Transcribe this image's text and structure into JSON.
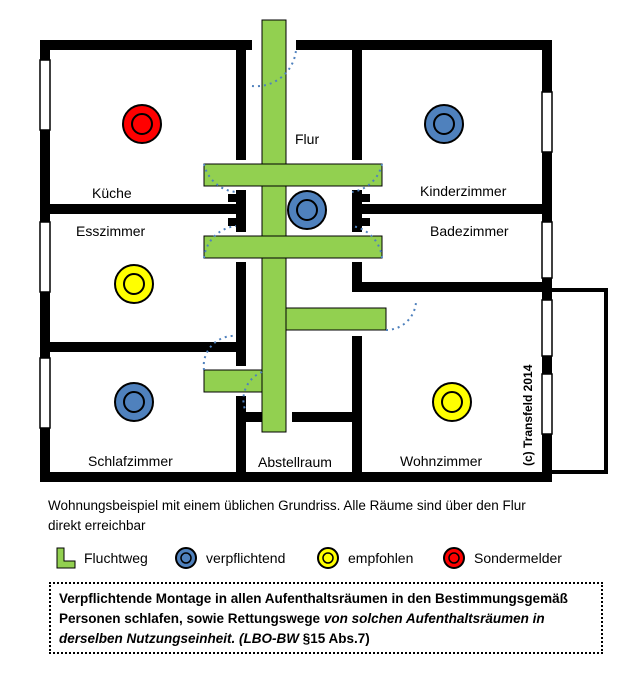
{
  "diagram": {
    "rooms": {
      "kueche": "Küche",
      "esszimmer": "Esszimmer",
      "flur": "Flur",
      "kinderzimmer": "Kinderzimmer",
      "badezimmer": "Badezimmer",
      "schlafzimmer": "Schlafzimmer",
      "abstellraum": "Abstellraum",
      "wohnzimmer": "Wohnzimmer"
    },
    "copyright": "(c) Transfeld 2014",
    "detectors": [
      {
        "room": "Küche",
        "kind": "Sondermelder"
      },
      {
        "room": "Kinderzimmer",
        "kind": "verpflichtend"
      },
      {
        "room": "Flur",
        "kind": "verpflichtend"
      },
      {
        "room": "Esszimmer",
        "kind": "empfohlen"
      },
      {
        "room": "Schlafzimmer",
        "kind": "verpflichtend"
      },
      {
        "room": "Wohnzimmer",
        "kind": "empfohlen"
      }
    ]
  },
  "colors": {
    "escape_route": "#92d050",
    "mandatory": "#4f81bd",
    "recommended": "#ffff00",
    "special": "#ff0000",
    "door_swing": "#4f81bd",
    "wall": "#000000"
  },
  "caption": "Wohnungsbeispiel mit einem üblichen Grundriss. Alle Räume sind über den Flur direkt erreichbar",
  "legend": {
    "escape_route": "Fluchtweg",
    "mandatory": "verpflichtend",
    "recommended": "empfohlen",
    "special": "Sondermelder"
  },
  "note": {
    "part1": "Verpflichtende Montage in allen Aufenthaltsräumen in den Bestimmungsgemäß Personen schlafen, sowie Rettungswege ",
    "part2_italic": "von solchen Aufenthaltsräumen in derselben Nutzungseinheit. (LBO-BW ",
    "part3": "§15 Abs.7)"
  }
}
